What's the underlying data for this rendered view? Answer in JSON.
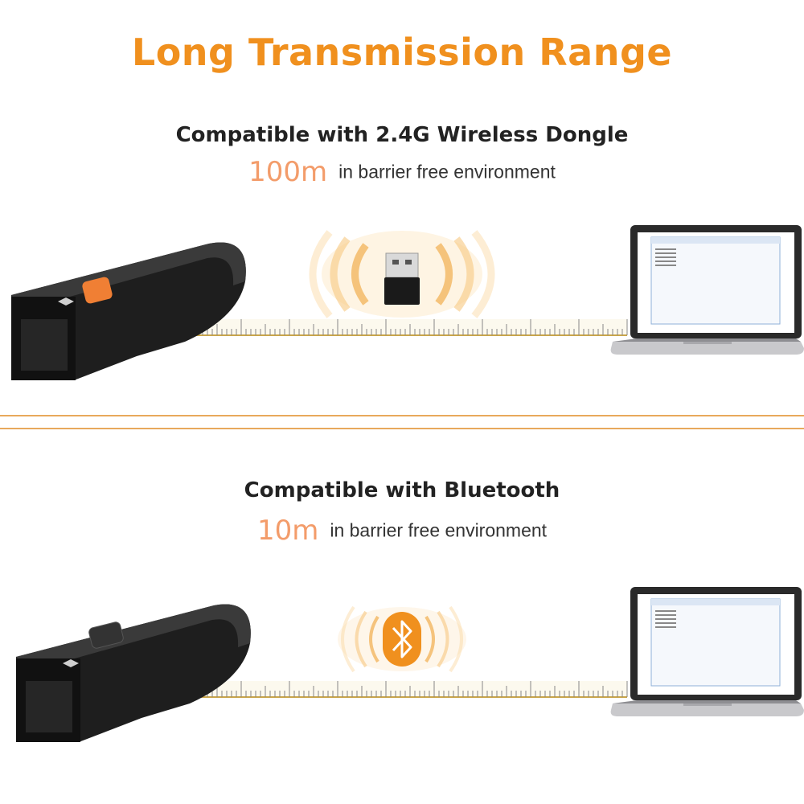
{
  "title": "Long Transmission Range",
  "sections": [
    {
      "heading": "Compatible with 2.4G Wireless Dongle",
      "range_value": "100m",
      "range_desc": "in barrier free environment",
      "signal_icon": "usb-dongle-icon",
      "scanner_button_color": "#f07f34"
    },
    {
      "heading": "Compatible with Bluetooth",
      "range_value": "10m",
      "range_desc": "in barrier free environment",
      "signal_icon": "bluetooth-icon",
      "scanner_button_color": "#333333"
    }
  ],
  "colors": {
    "accent": "#f0901e",
    "range_value": "#f39c6a",
    "divider": "#e8a95c",
    "ruler": "#c9a54a"
  }
}
